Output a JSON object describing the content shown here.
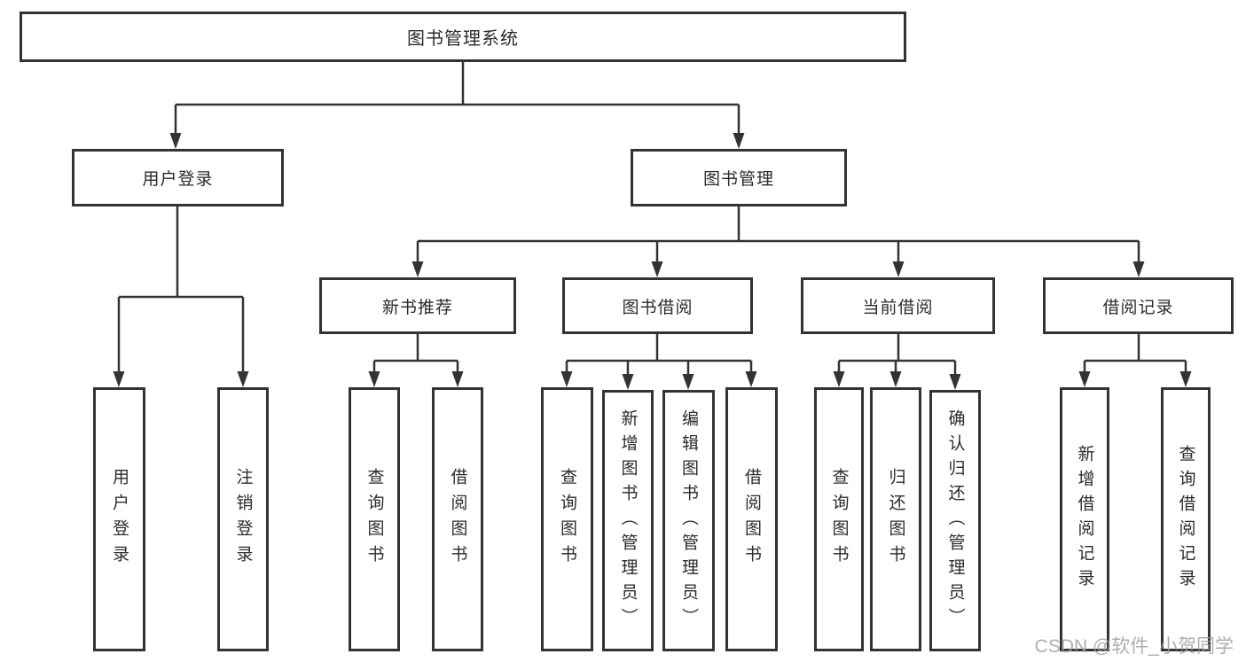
{
  "diagram": {
    "type": "hierarchy-tree",
    "title": "图书管理系统",
    "colors": {
      "background": "#ffffff",
      "border": "#333333",
      "line": "#333333",
      "text": "#2b2b2b",
      "watermark": "#a0a0a0"
    },
    "tree": {
      "label": "图书管理系统",
      "children": [
        {
          "label": "用户登录",
          "children": [
            {
              "label": "用户登录"
            },
            {
              "label": "注销登录"
            }
          ]
        },
        {
          "label": "图书管理",
          "children": [
            {
              "label": "新书推荐",
              "children": [
                {
                  "label": "查询图书"
                },
                {
                  "label": "借阅图书"
                }
              ]
            },
            {
              "label": "图书借阅",
              "children": [
                {
                  "label": "查询图书"
                },
                {
                  "label": "新增图书（管理员）"
                },
                {
                  "label": "编辑图书（管理员）"
                },
                {
                  "label": "借阅图书"
                }
              ]
            },
            {
              "label": "当前借阅",
              "children": [
                {
                  "label": "查询图书"
                },
                {
                  "label": "归还图书"
                },
                {
                  "label": "确认归还（管理员）"
                }
              ]
            },
            {
              "label": "借阅记录",
              "children": [
                {
                  "label": "新增借阅记录"
                },
                {
                  "label": "查询借阅记录"
                }
              ]
            }
          ]
        }
      ]
    },
    "watermark": "CSDN @软件_小贺同学"
  }
}
